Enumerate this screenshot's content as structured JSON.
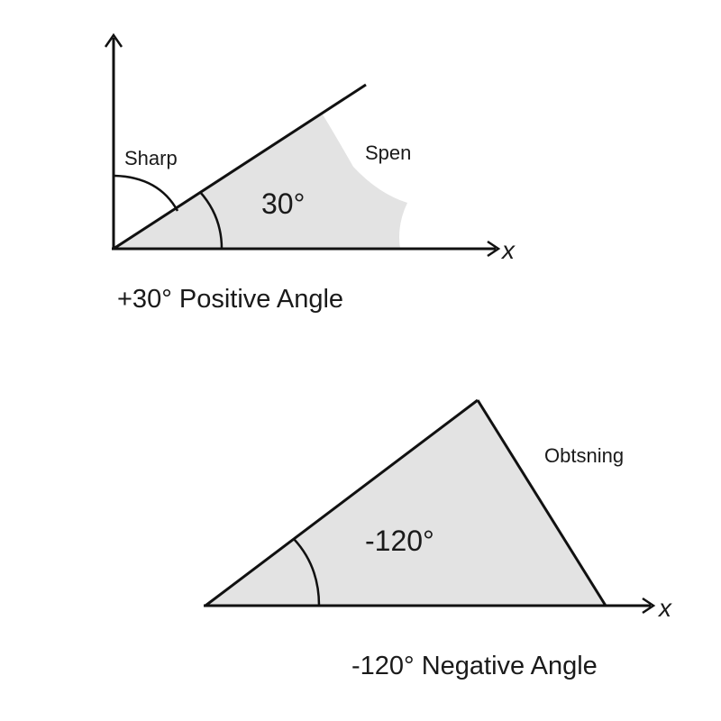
{
  "top_diagram": {
    "label_sharp": "Sharp",
    "label_spen": "Spen",
    "angle_label": "30°",
    "axis_label": "x",
    "caption": "+30° Positive Angle"
  },
  "bottom_diagram": {
    "label_obtsning": "Obtsning",
    "angle_label": "-120°",
    "axis_label": "x",
    "caption": "-120° Negative Angle"
  },
  "colors": {
    "fill": "#e3e3e3",
    "line": "#111111",
    "background": "#ffffff"
  }
}
